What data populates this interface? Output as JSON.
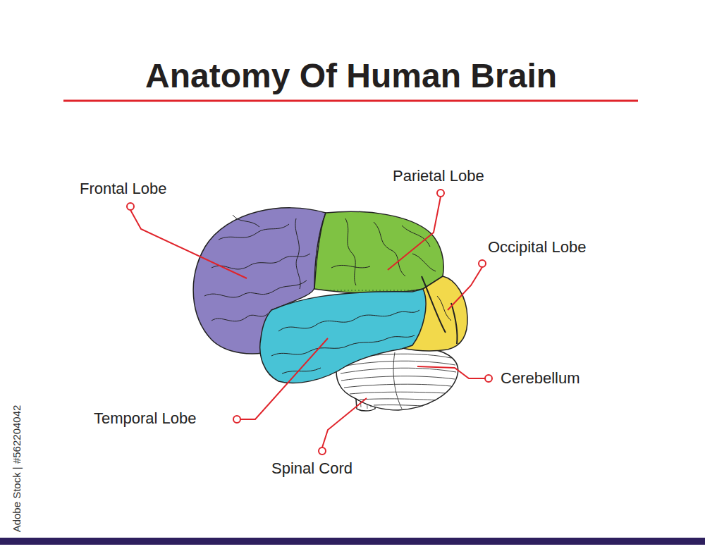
{
  "diagram": {
    "title": "Anatomy Of Human Brain",
    "labels": [
      "Frontal Lobe",
      "Parietal Lobe",
      "Occipital Lobe",
      "Cerebellum",
      "Temporal Lobe",
      "Spinal Cord",
      "Adobe Stock | #562204042"
    ]
  }
}
